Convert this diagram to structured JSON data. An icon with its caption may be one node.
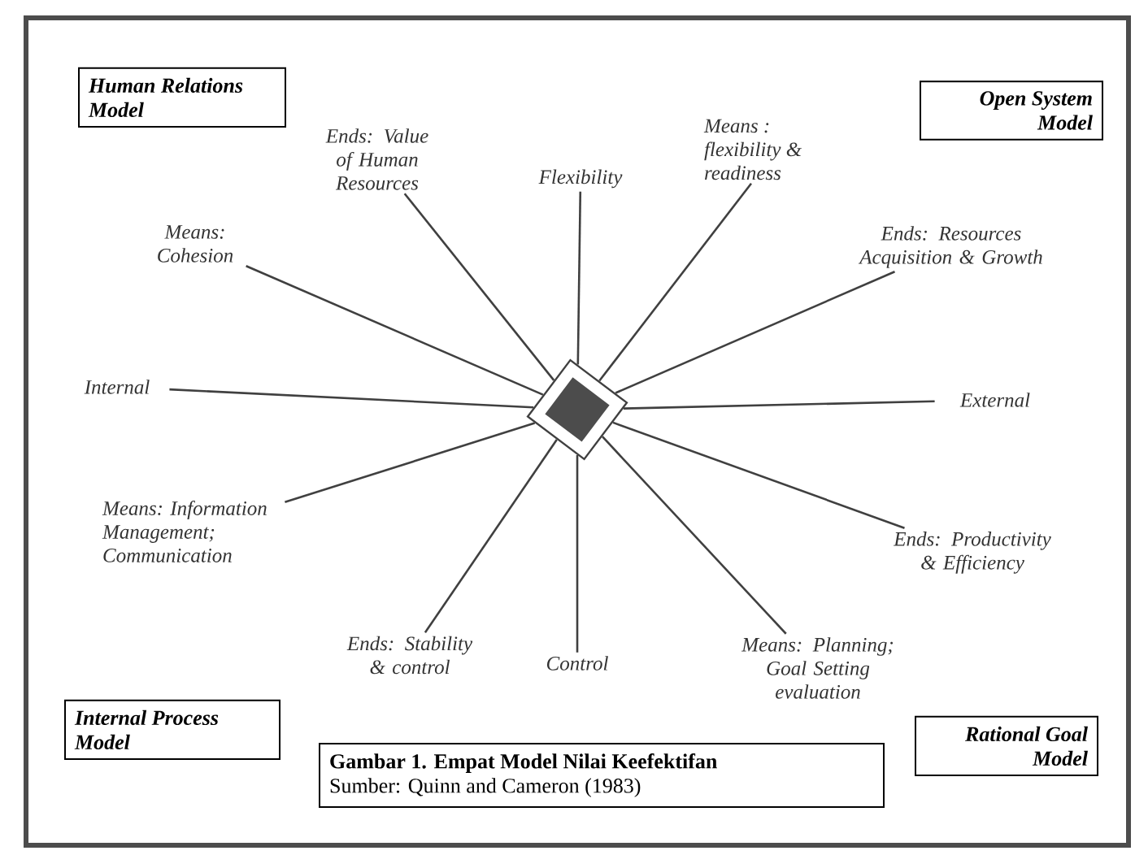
{
  "diagram": {
    "nodes": [
      {
        "text": [],
        "shape": "diamond"
      },
      {
        "text": [
          "Flexibility"
        ]
      },
      {
        "text": [
          "Means : flexibility & readiness"
        ]
      },
      {
        "text": [
          "Ends: Resources Acquisition & Growth"
        ]
      },
      {
        "text": [
          "External"
        ]
      },
      {
        "text": [
          "Ends: Productivity & Efficiency"
        ]
      },
      {
        "text": [
          "Means: Planning; Goal Setting evaluation"
        ]
      },
      {
        "text": [
          "Control"
        ]
      },
      {
        "text": [
          "Ends: Stability & control"
        ]
      },
      {
        "text": [
          "Means: Information Management; Communication"
        ]
      },
      {
        "text": [
          "Internal"
        ]
      },
      {
        "text": [
          "Means: Cohesion"
        ]
      },
      {
        "text": [
          "Ends: Value of Human Resources"
        ]
      },
      {
        "text": [
          "Human Relations Model"
        ]
      },
      {
        "text": [
          "Open System Model"
        ]
      },
      {
        "text": [
          "Internal Process Model"
        ]
      },
      {
        "text": [
          "Rational Goal Model"
        ]
      },
      {
        "text": [
          "Gambar 1. Empat Model Nilai Keefektifan",
          "Sumber: Quinn and Cameron (1983)"
        ]
      }
    ],
    "edges": [
      {
        "from": 0,
        "to": 1,
        "arrow": "none"
      },
      {
        "from": 0,
        "to": 2,
        "arrow": "none"
      },
      {
        "from": 0,
        "to": 3,
        "arrow": "none"
      },
      {
        "from": 0,
        "to": 4,
        "arrow": "none"
      },
      {
        "from": 0,
        "to": 5,
        "arrow": "none"
      },
      {
        "from": 0,
        "to": 6,
        "arrow": "none"
      },
      {
        "from": 0,
        "to": 7,
        "arrow": "none"
      },
      {
        "from": 0,
        "to": 8,
        "arrow": "none"
      },
      {
        "from": 0,
        "to": 9,
        "arrow": "none"
      },
      {
        "from": 0,
        "to": 10,
        "arrow": "none"
      },
      {
        "from": 0,
        "to": 11,
        "arrow": "none"
      },
      {
        "from": 0,
        "to": 12,
        "arrow": "none"
      }
    ]
  }
}
